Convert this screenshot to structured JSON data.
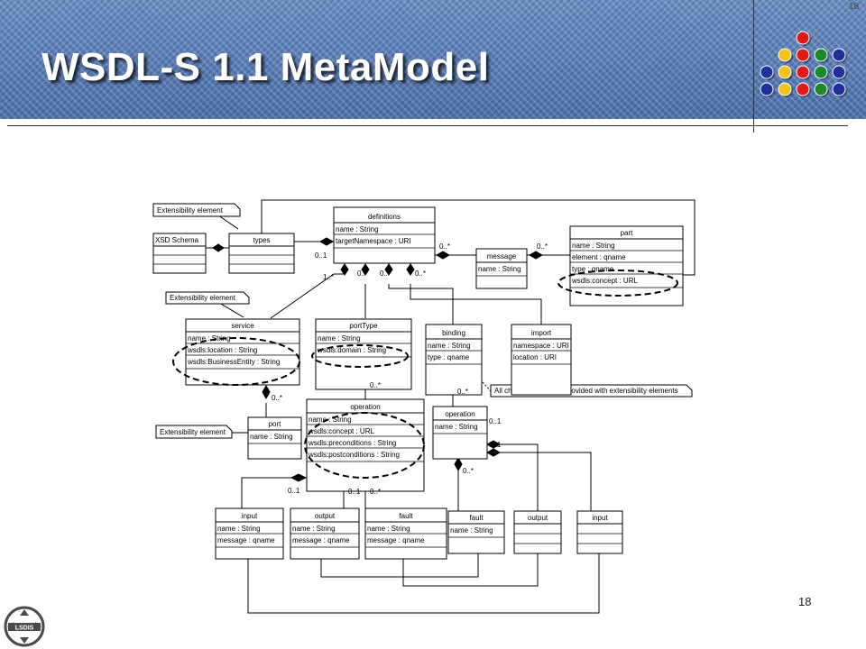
{
  "slide": {
    "title": "WSDL-S 1.1 MetaModel",
    "page_number": "18",
    "corner_number": "18"
  },
  "logo": {
    "text": "LSDIS"
  },
  "dots": {
    "colors": {
      "red": "#e01818",
      "blue": "#1f2f9c",
      "yellow": "#f4c21a",
      "green": "#1a8a2a"
    },
    "grid": [
      [
        "",
        "",
        "red",
        "",
        ""
      ],
      [
        "",
        "yellow",
        "red",
        "green",
        "blue"
      ],
      [
        "blue",
        "yellow",
        "red",
        "green",
        "blue"
      ],
      [
        "blue",
        "yellow",
        "red",
        "green",
        "blue"
      ]
    ]
  },
  "notes": {
    "ext1": "Extensibility element",
    "ext2": "Extensibility element",
    "ext3": "Extensibility element",
    "child": "All child elements are provided with extensibility elements"
  },
  "classes": {
    "xsd": {
      "name": "XSD Schema",
      "attrs": []
    },
    "types": {
      "name": "types",
      "attrs": []
    },
    "definitions": {
      "name": "definitions",
      "attrs": [
        "name : String",
        "targetNamespace : URI"
      ]
    },
    "message": {
      "name": "message",
      "attrs": [
        "name : String"
      ]
    },
    "part": {
      "name": "part",
      "attrs": [
        "name : String",
        "element : qname",
        "type : qname",
        "wsdls:concept : URL"
      ]
    },
    "service": {
      "name": "service",
      "attrs": [
        "name : String",
        "wsdls:location : String",
        "wsdls:BusinessEntity : String"
      ]
    },
    "porttype": {
      "name": "portType",
      "attrs": [
        "name : String",
        "wsdls:domain : String"
      ]
    },
    "binding": {
      "name": "binding",
      "attrs": [
        "name : String",
        "type : qname"
      ]
    },
    "import": {
      "name": "import",
      "attrs": [
        "namespace : URI",
        "location : URI"
      ]
    },
    "port": {
      "name": "port",
      "attrs": [
        "name : String"
      ]
    },
    "operation_pt": {
      "name": "operation",
      "attrs": [
        "name : String",
        "wsdls:concept : URL",
        "wsdls:preconditions : String",
        "wsdls:postconditions : String"
      ]
    },
    "operation_b": {
      "name": "operation",
      "attrs": [
        "name : String"
      ]
    },
    "input1": {
      "name": "input",
      "attrs": [
        "name : String",
        "message : qname"
      ]
    },
    "output1": {
      "name": "output",
      "attrs": [
        "name : String",
        "message : qname"
      ]
    },
    "fault1": {
      "name": "fault",
      "attrs": [
        "name : String",
        "message : qname"
      ]
    },
    "fault2": {
      "name": "fault",
      "attrs": [
        "name : String"
      ]
    },
    "output2": {
      "name": "output",
      "attrs": []
    },
    "input2": {
      "name": "input",
      "attrs": []
    }
  },
  "multiplicities": {
    "m_types": "0..1",
    "m_message": "0..*",
    "m_part": "0..*",
    "m_service": "1..*",
    "m_pt": "0..*",
    "m_binding": "0..*",
    "m_import": "0..*",
    "m_port": "0..*",
    "m_op_pt": "0..*",
    "m_op_b": "0..*",
    "m_in2": "0..1",
    "m_out2": "0..1",
    "m_fault2": "0..*",
    "m_in1": "0..1",
    "m_out1": "0..1",
    "m_fault1": "0..*"
  }
}
